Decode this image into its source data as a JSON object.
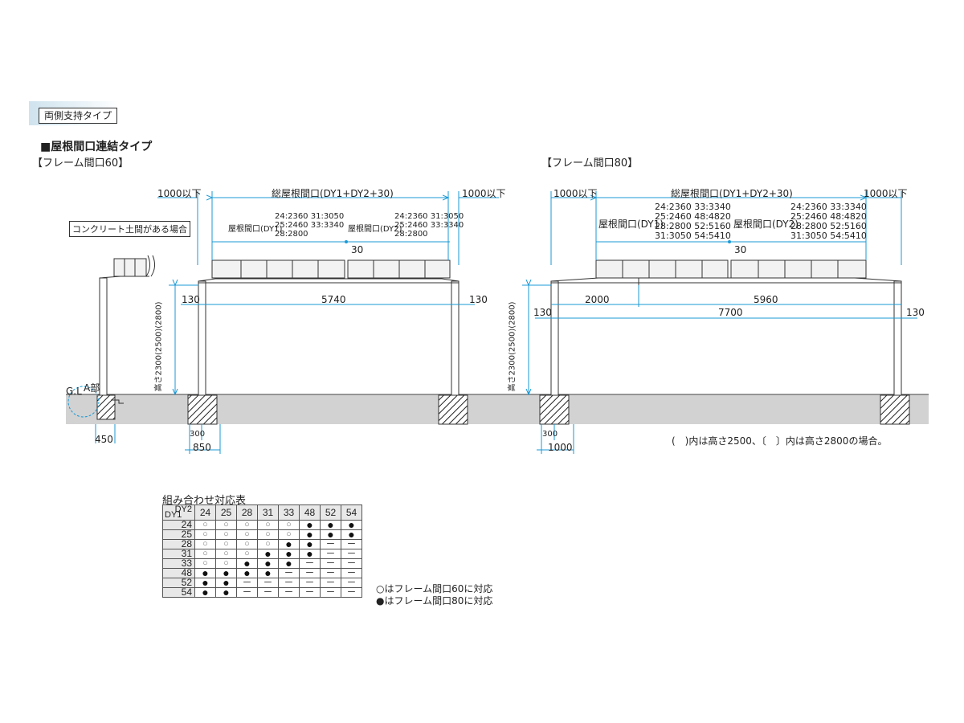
{
  "type_tag": "両側支持タイプ",
  "heading": "■屋根間口連結タイプ",
  "frame60": {
    "label": "【フレーム間口60】",
    "overhang_left": "1000以下",
    "overhang_right": "1000以下",
    "total_span": "総屋根間口(DY1+DY2+30)",
    "dy1_label": "屋根間口(DY1)",
    "dy1_sizes": [
      "24:2360 31:3050",
      "25:2460 33:3340",
      "28:2800"
    ],
    "dy2_label": "屋根間口(DY2)",
    "dy2_sizes": [
      "24:2360 31:3050",
      "25:2460 33:3340",
      "28:2800"
    ],
    "joint": "30",
    "post_offset_left": "130",
    "post_offset_right": "130",
    "post_span": "5740",
    "height": "高さ2300(2500)(2800)",
    "footing_width": "300",
    "footing_pitch": "850",
    "concrete_note": "コンクリート土間がある場合",
    "gl": "G.L",
    "part_a": "A部",
    "slab_dim": "450"
  },
  "frame80": {
    "label": "【フレーム間口80】",
    "overhang_left": "1000以下",
    "overhang_right": "1000以下",
    "total_span": "総屋根間口(DY1+DY2+30)",
    "dy1_label": "屋根間口(DY1)",
    "dy1_sizes": [
      "24:2360 33:3340",
      "25:2460 48:4820",
      "28:2800 52:5160",
      "31:3050 54:5410"
    ],
    "dy2_label": "屋根間口(DY2)",
    "dy2_sizes": [
      "24:2360 33:3340",
      "25:2460 48:4820",
      "28:2800 52:5160",
      "31:3050 54:5410"
    ],
    "joint": "30",
    "inner_left": "2000",
    "inner_right": "5960",
    "post_offset_left": "130",
    "post_offset_right": "130",
    "post_span": "7700",
    "height": "高さ2300(2500)(2800)",
    "footing_width": "300",
    "footing_pitch": "1000"
  },
  "height_note": "(　)内は高さ2500、〔　〕内は高さ2800の場合。",
  "table": {
    "title": "組み合わせ対応表",
    "corner_dy2": "DY2",
    "corner_dy1": "DY1",
    "columns": [
      "24",
      "25",
      "28",
      "31",
      "33",
      "48",
      "52",
      "54"
    ],
    "rows": [
      {
        "dy1": "24",
        "cells": [
          "○",
          "○",
          "○",
          "○",
          "○",
          "●",
          "●",
          "●"
        ]
      },
      {
        "dy1": "25",
        "cells": [
          "○",
          "○",
          "○",
          "○",
          "○",
          "●",
          "●",
          "●"
        ]
      },
      {
        "dy1": "28",
        "cells": [
          "○",
          "○",
          "○",
          "○",
          "●",
          "●",
          "－",
          "－"
        ]
      },
      {
        "dy1": "31",
        "cells": [
          "○",
          "○",
          "○",
          "●",
          "●",
          "●",
          "－",
          "－"
        ]
      },
      {
        "dy1": "33",
        "cells": [
          "○",
          "○",
          "●",
          "●",
          "●",
          "－",
          "－",
          "－"
        ]
      },
      {
        "dy1": "48",
        "cells": [
          "●",
          "●",
          "●",
          "●",
          "－",
          "－",
          "－",
          "－"
        ]
      },
      {
        "dy1": "52",
        "cells": [
          "●",
          "●",
          "－",
          "－",
          "－",
          "－",
          "－",
          "－"
        ]
      },
      {
        "dy1": "54",
        "cells": [
          "●",
          "●",
          "－",
          "－",
          "－",
          "－",
          "－",
          "－"
        ]
      }
    ],
    "legend_open": "○はフレーム間口60に対応",
    "legend_filled": "●はフレーム間口80に対応"
  }
}
